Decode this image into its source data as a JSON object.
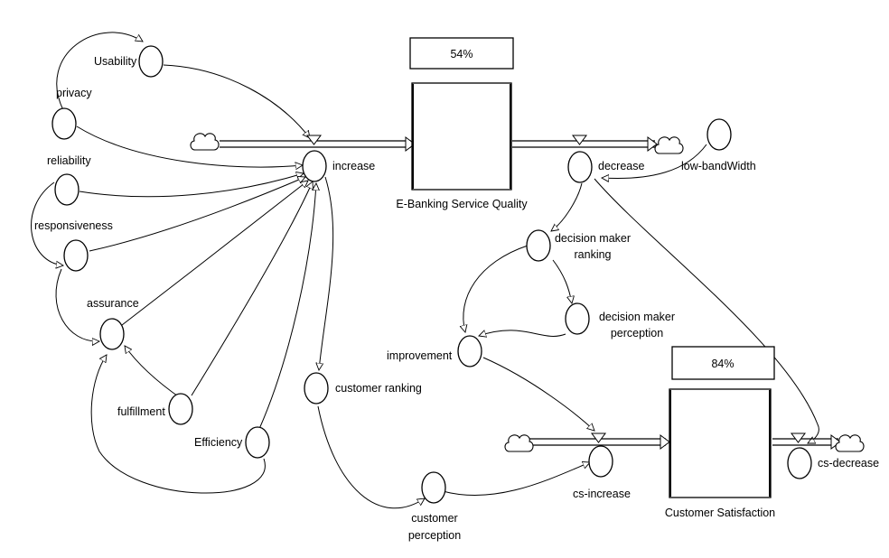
{
  "stocks": {
    "quality": {
      "label": "E-Banking Service Quality",
      "value": "54%"
    },
    "satisfaction": {
      "label": "Customer Satisfaction",
      "value": "84%"
    }
  },
  "flows": {
    "increase": "increase",
    "decrease": "decrease",
    "cs_increase": "cs-increase",
    "cs_decrease": "cs-decrease"
  },
  "variables": {
    "usability": "Usability",
    "privacy": "privacy",
    "reliability": "reliability",
    "responsiveness": "responsiveness",
    "assurance": "assurance",
    "fulfillment": "fulfillment",
    "efficiency": "Efficiency",
    "customer_ranking": "customer ranking",
    "customer_perception_1": "customer",
    "customer_perception_2": "perception",
    "low_bandwidth": "low-bandWidth",
    "dm_ranking_1": "decision maker",
    "dm_ranking_2": "ranking",
    "dm_perception_1": "decision maker",
    "dm_perception_2": "perception",
    "improvement": "improvement"
  }
}
